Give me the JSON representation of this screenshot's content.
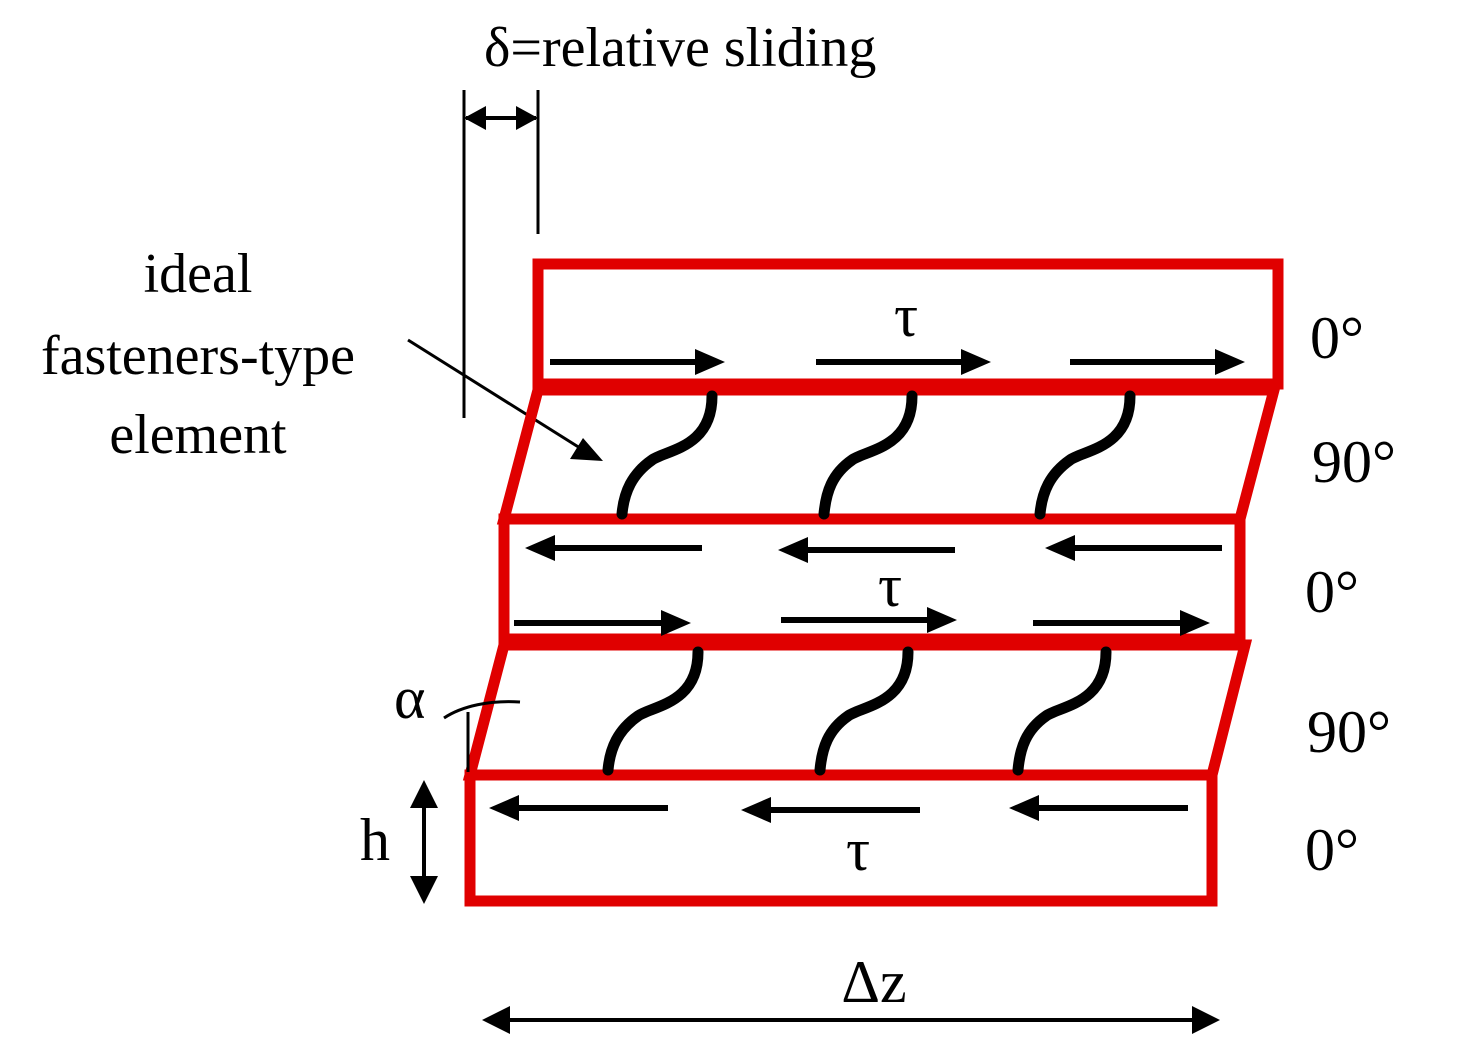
{
  "title": "δ=relative sliding",
  "fastener_label": {
    "line1": "ideal",
    "line2": "fasteners-type",
    "line3": "element"
  },
  "shear_symbol": "τ",
  "alpha_symbol": "α",
  "height_symbol": "h",
  "width_symbol": "Δz",
  "ply_orientations": [
    "0°",
    "90°",
    "0°",
    "90°",
    "0°"
  ],
  "colors": {
    "ply_border": "#e00000",
    "ink": "#000000",
    "background": "#ffffff"
  }
}
